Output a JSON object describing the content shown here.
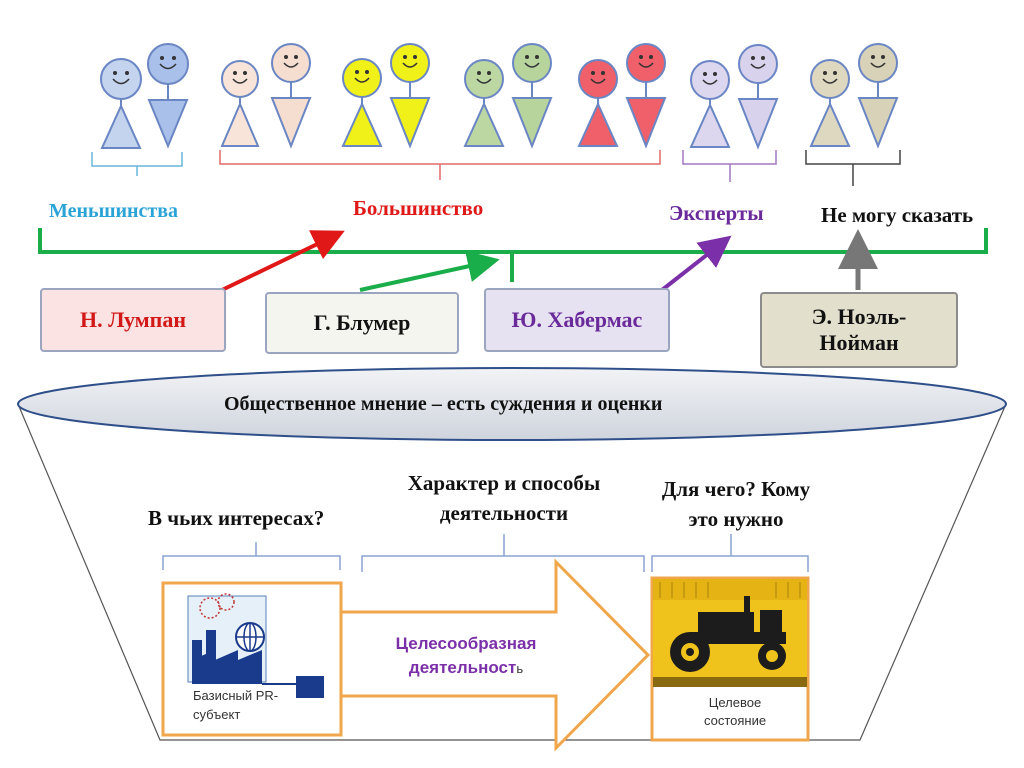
{
  "groups": {
    "minorities": {
      "label": "Меньшинства",
      "color": "#2aa3d6"
    },
    "majority": {
      "label": "Большинство",
      "color": "#e01818"
    },
    "experts": {
      "label": "Эксперты",
      "color": "#6a2a9a"
    },
    "undecided": {
      "label": "Не могу сказать",
      "color": "#111111"
    }
  },
  "theorists": {
    "luhmann": "Н. Лумпан",
    "blumer": "Г. Блумер",
    "habermas": "Ю. Хабермас",
    "noelle": [
      "Э. Ноэль-",
      "Нойман"
    ]
  },
  "funnel": {
    "title": "Общественное мнение – есть суждения и оценки",
    "q1": "В чьих интересах?",
    "q2": [
      "Характер и способы",
      "деятельности"
    ],
    "q3": [
      "Для чего? Кому",
      "это нужно"
    ],
    "left_box": [
      "Базисный PR-",
      "субъект"
    ],
    "arrow_text": [
      "Целесообразная",
      "деятельност",
      "ь"
    ],
    "right_box": [
      "Целевое",
      "состояние"
    ]
  },
  "icons": [
    "person-icon",
    "factory-icon",
    "globe-icon",
    "tractor-icon"
  ]
}
